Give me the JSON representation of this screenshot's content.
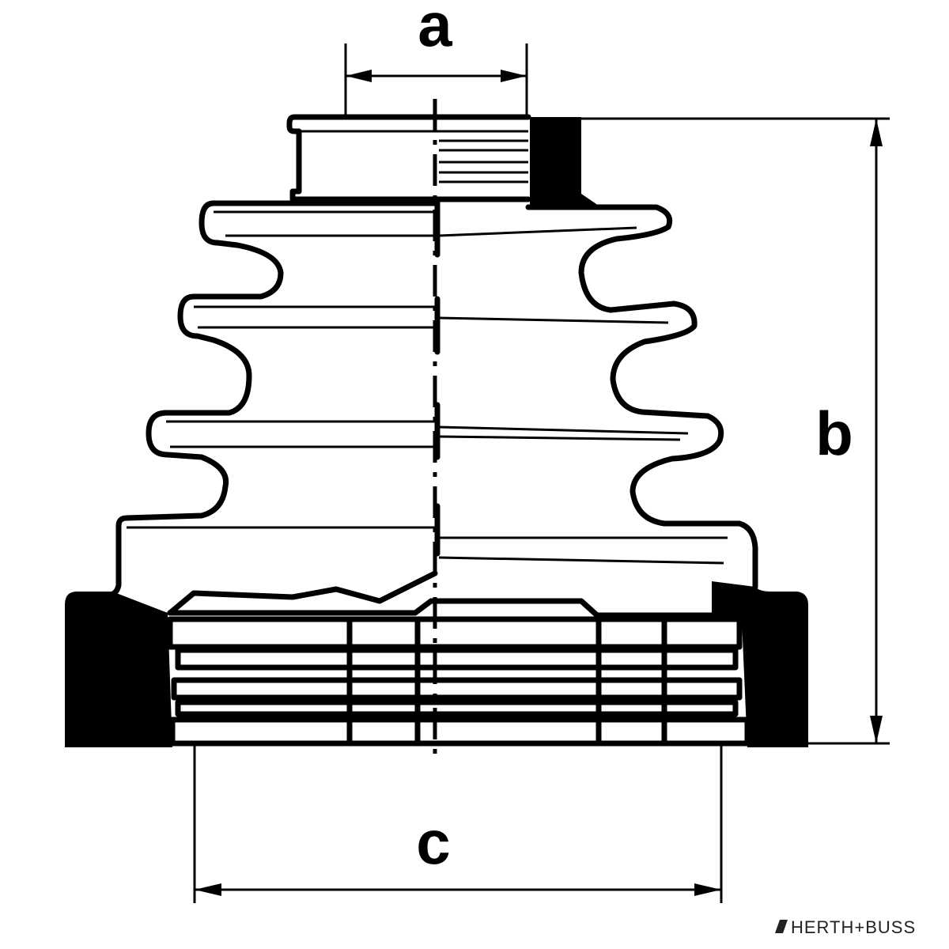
{
  "dimensions": {
    "a_label": "a",
    "b_label": "b",
    "c_label": "c"
  },
  "brand": "HERTH+BUSS"
}
